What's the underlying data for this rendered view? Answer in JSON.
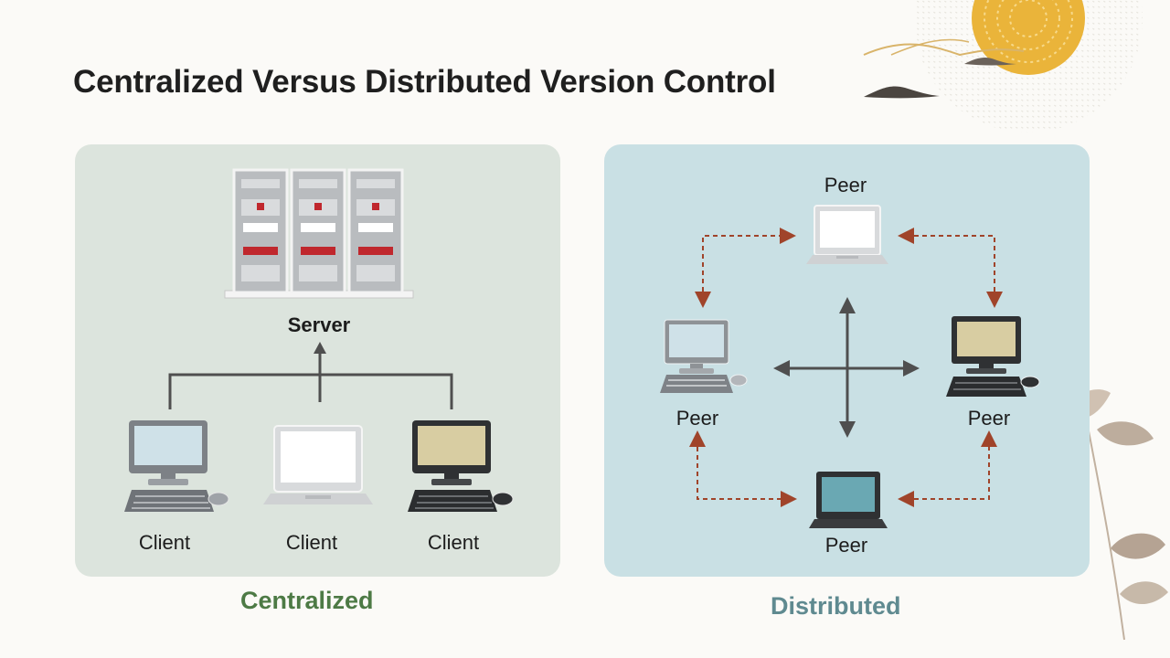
{
  "slide": {
    "title": "Centralized Versus Distributed Version Control"
  },
  "centralized": {
    "server_label": "Server",
    "clients": [
      "Client",
      "Client",
      "Client"
    ],
    "caption": "Centralized"
  },
  "distributed": {
    "peers": [
      "Peer",
      "Peer",
      "Peer",
      "Peer"
    ],
    "caption": "Distributed"
  },
  "colors": {
    "centralized_caption": "#4d7a45",
    "distributed_caption": "#5f8a90",
    "peer_link_arrow": "#a0442a",
    "server_led": "#c0272d"
  },
  "icons": [
    "server-rack-icon",
    "desktop-computer-icon",
    "laptop-icon",
    "mouse-icon",
    "arrow-icon"
  ]
}
